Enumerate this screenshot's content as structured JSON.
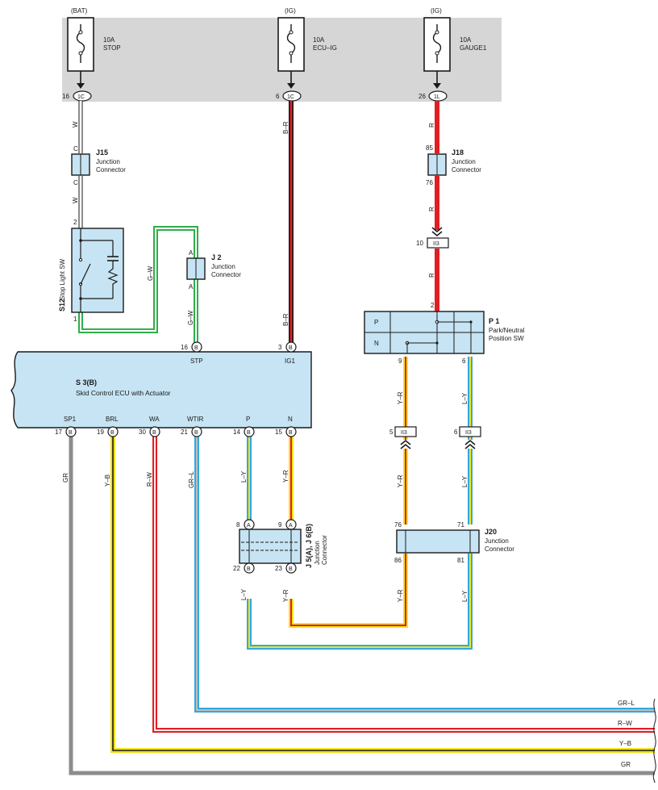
{
  "colors": {
    "fuse_area": "#d6d6d6",
    "component_fill": "#c6e4f3",
    "wire_white": "#ffffff",
    "wire_black": "#2a2a2a",
    "wire_red": "#e31d24",
    "wire_green": "#2fae4a",
    "wire_yellow": "#f2e21a",
    "wire_blue": "#33a8dc",
    "wire_gray": "#8c8c8c"
  },
  "fuses": [
    {
      "source": "(BAT)",
      "rating": "10A",
      "name": "STOP",
      "pin": "16",
      "connector": "1C"
    },
    {
      "source": "(IG)",
      "rating": "10A",
      "name": "ECU–IG",
      "pin": "6",
      "connector": "1C"
    },
    {
      "source": "(IG)",
      "rating": "10A",
      "name": "GAUGE1",
      "pin": "26",
      "connector": "1L"
    }
  ],
  "wire_labels": {
    "w_top": "W",
    "w_bottom": "W",
    "br_top": "B–R",
    "br_bottom": "B–R",
    "r_top": "R",
    "r_mid": "R",
    "r_low": "R",
    "gw_left": "G–W",
    "gw_right": "G–W",
    "yr_p1": "Y–R",
    "ly_p1": "L–Y",
    "gr": "GR",
    "yb": "Y–B",
    "rw": "R–W",
    "grl": "GR–L",
    "ly_p": "L–Y",
    "yr_n": "Y–R",
    "yr_j20": "Y–R",
    "ly_j20": "L–Y",
    "ly_j5": "L–Y",
    "yr_j5": "Y–R"
  },
  "j15": {
    "id": "J15",
    "desc1": "Junction",
    "desc2": "Connector",
    "pin_top": "C",
    "pin_bottom": "C"
  },
  "j2": {
    "id": "J 2",
    "desc1": "Junction",
    "desc2": "Connector",
    "pin_top": "A",
    "pin_bottom": "A"
  },
  "j18": {
    "id": "J18",
    "desc1": "Junction",
    "desc2": "Connector",
    "pin_top": "85",
    "pin_bottom": "76"
  },
  "s12": {
    "id": "S12",
    "name": "Stop Light SW",
    "pin_top": "2",
    "pin_bottom": "1"
  },
  "ii3_top": {
    "label": "II3",
    "pin": "10"
  },
  "p1": {
    "id": "P 1",
    "desc1": "Park/Neutral",
    "desc2": "Position SW",
    "row_p": "P",
    "row_n": "N",
    "pin_in": "2",
    "pin_left": "9",
    "pin_right": "6"
  },
  "ecu": {
    "id": "S 3(B)",
    "name": "Skid Control ECU with Actuator",
    "top_pins": [
      {
        "num": "16",
        "letter": "B",
        "name": "STP"
      },
      {
        "num": "3",
        "letter": "B",
        "name": "IG1"
      }
    ],
    "bottom_pins": [
      {
        "num": "17",
        "letter": "B",
        "name": "SP1"
      },
      {
        "num": "19",
        "letter": "B",
        "name": "BRL"
      },
      {
        "num": "30",
        "letter": "B",
        "name": "WA"
      },
      {
        "num": "21",
        "letter": "B",
        "name": "WTIR"
      },
      {
        "num": "14",
        "letter": "B",
        "name": "P"
      },
      {
        "num": "15",
        "letter": "B",
        "name": "N"
      }
    ]
  },
  "ii3_pair": [
    {
      "label": "II3",
      "pin": "5"
    },
    {
      "label": "II3",
      "pin": "6"
    }
  ],
  "j5j6": {
    "id": "J 5(A), J 6(B)",
    "desc1": "Junction",
    "desc2": "Connector",
    "pins_top": [
      {
        "num": "8",
        "letter": "A"
      },
      {
        "num": "9",
        "letter": "A"
      }
    ],
    "pins_bottom": [
      {
        "num": "22",
        "letter": "B"
      },
      {
        "num": "23",
        "letter": "B"
      }
    ]
  },
  "j20": {
    "id": "J20",
    "desc1": "Junction",
    "desc2": "Connector",
    "pins_top": [
      "76",
      "71"
    ],
    "pins_bottom": [
      "86",
      "81"
    ]
  }
}
